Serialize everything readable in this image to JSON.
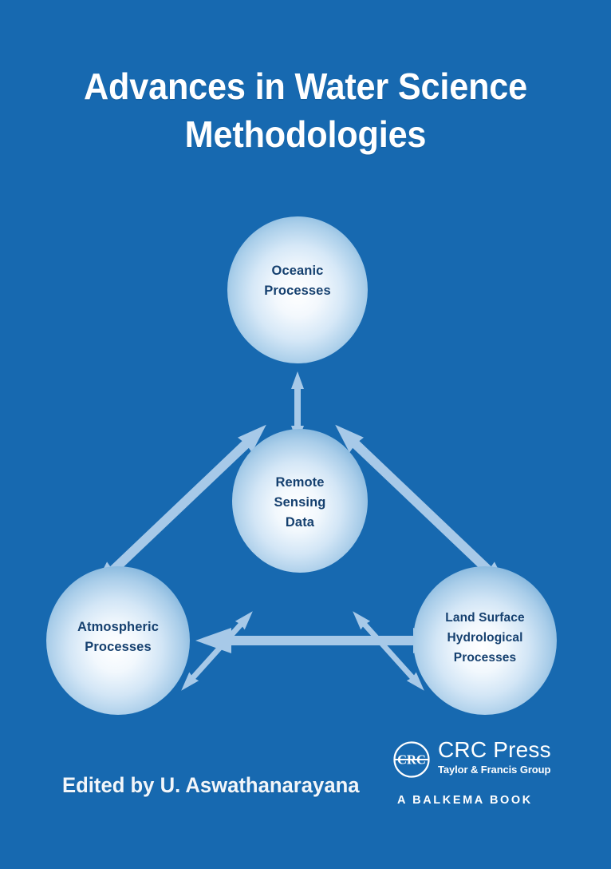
{
  "cover": {
    "background_color": "#1769b0",
    "title_lines": [
      "Advances in Water Science",
      "Methodologies"
    ],
    "editor_credit": "Edited by U. Aswathanarayana"
  },
  "diagram": {
    "node_text_color": "#15406f",
    "arrow_color": "#a7c9e8",
    "sphere_highlight_color": "#ffffff",
    "sphere_edge_color": "#5f9fd3",
    "nodes": [
      {
        "id": "oceanic",
        "lines": [
          "Oceanic",
          "Processes"
        ]
      },
      {
        "id": "remote",
        "lines": [
          "Remote",
          "Sensing",
          "Data"
        ]
      },
      {
        "id": "atmospheric",
        "lines": [
          "Atmospheric",
          "Processes"
        ]
      },
      {
        "id": "land",
        "lines": [
          "Land Surface",
          "Hydrological",
          "Processes"
        ]
      }
    ],
    "connections": [
      {
        "from": "oceanic",
        "to": "remote",
        "style": "double-headed"
      },
      {
        "from": "oceanic",
        "to": "atmospheric",
        "style": "double-headed"
      },
      {
        "from": "oceanic",
        "to": "land",
        "style": "double-headed"
      },
      {
        "from": "remote",
        "to": "atmospheric",
        "style": "double-headed"
      },
      {
        "from": "remote",
        "to": "land",
        "style": "double-headed"
      },
      {
        "from": "atmospheric",
        "to": "land",
        "style": "double-headed"
      }
    ]
  },
  "publisher": {
    "emblem_text": "CRC",
    "name": "CRC Press",
    "group": "Taylor & Francis Group",
    "imprint": "A BALKEMA BOOK"
  }
}
